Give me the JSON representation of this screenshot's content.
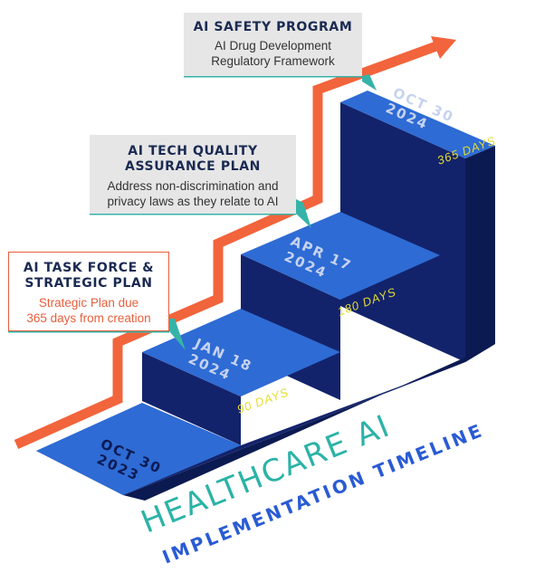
{
  "colors": {
    "step_top": "#2e6bd4",
    "step_front": "#13236b",
    "step_side": "#0c1a52",
    "arrow": "#f2643c",
    "teal": "#36b3a8",
    "day_label": "#e4dc2e",
    "title_teal": "#2bb3a8",
    "title_blue": "#2a5bd4"
  },
  "milestones": [
    {
      "date_line1": "OCT 30",
      "date_line2": "2023",
      "days": ""
    },
    {
      "date_line1": "JAN 18",
      "date_line2": "2024",
      "days": "90 DAYS"
    },
    {
      "date_line1": "APR 17",
      "date_line2": "2024",
      "days": "180 DAYS"
    },
    {
      "date_line1": "OCT 30",
      "date_line2": "2024",
      "days": "365 DAYS"
    }
  ],
  "callouts": {
    "safety": {
      "title": "AI SAFETY PROGRAM",
      "line1": "AI Drug Development",
      "line2": "Regulatory Framework"
    },
    "quality": {
      "title1": "AI TECH QUALITY",
      "title2": "ASSURANCE PLAN",
      "line1": "Address non-discrimination and",
      "line2": "privacy laws as they relate to AI"
    },
    "taskforce": {
      "title1": "AI TASK FORCE &",
      "title2": "STRATEGIC PLAN",
      "line1": "Strategic Plan due",
      "line2": "365 days from creation"
    }
  },
  "title": {
    "line1": "HEALTHCARE AI",
    "line2": "IMPLEMENTATION TIMELINE"
  }
}
